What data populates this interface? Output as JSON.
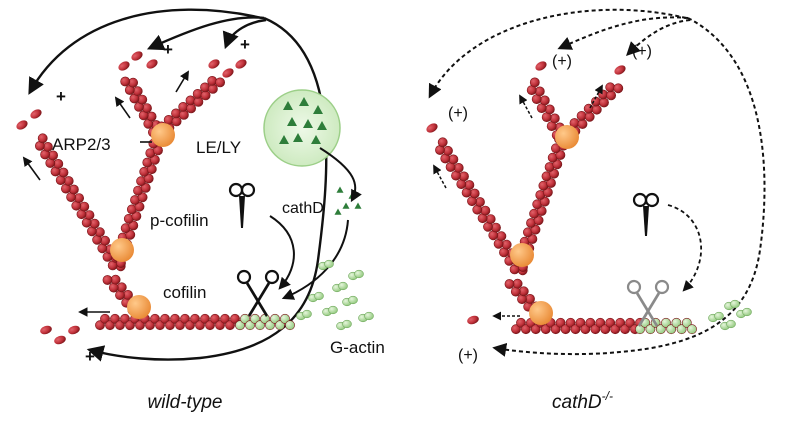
{
  "panels": {
    "left": {
      "caption": "wild-type",
      "labels": {
        "arp": "ARP2/3",
        "lely": "LE/LY",
        "cathd": "cathD",
        "pcofilin": "p-cofilin",
        "cofilin": "cofilin",
        "gactin": "G-actin"
      },
      "plus_marks": [
        "+",
        "+",
        "+",
        "+",
        "+"
      ]
    },
    "right": {
      "caption": "cathD",
      "caption_superscript": "-/-",
      "plus_marks": [
        "(+)",
        "(+)",
        "(+)",
        "(+)"
      ]
    }
  },
  "colors": {
    "f_actin": "#c0313a",
    "f_actin_dark": "#7a1519",
    "arp_complex": "#f6a04d",
    "g_actin": "#b4dfa0",
    "vesicle": "#d9f0d0",
    "cathepsin": "#2e7d3a",
    "arrow": "#111111",
    "scissors_inactive": "#8a8a8a"
  }
}
